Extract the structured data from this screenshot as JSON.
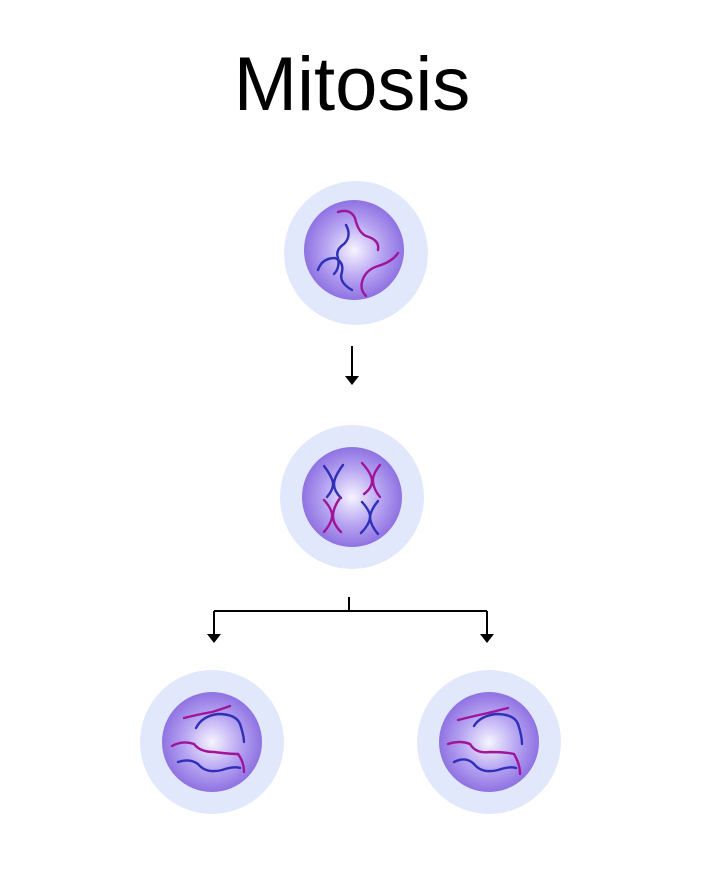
{
  "title": "Mitosis",
  "colors": {
    "background": "#ffffff",
    "cytoplasm": "#e2e8fb",
    "nucleus_center": "#f6f4ff",
    "nucleus_mid": "#b8a6f2",
    "nucleus_edge": "#8f72e2",
    "chromosome_blue": "#2f2fb8",
    "chromosome_magenta": "#a0149a",
    "arrow": "#000000"
  },
  "stages": [
    {
      "name": "parent-cell",
      "chromatin": "uncondensed"
    },
    {
      "name": "duplicated-cell",
      "chromatin": "condensed-chromosomes"
    },
    {
      "name": "daughter-cell-left",
      "chromatin": "uncondensed"
    },
    {
      "name": "daughter-cell-right",
      "chromatin": "uncondensed"
    }
  ]
}
